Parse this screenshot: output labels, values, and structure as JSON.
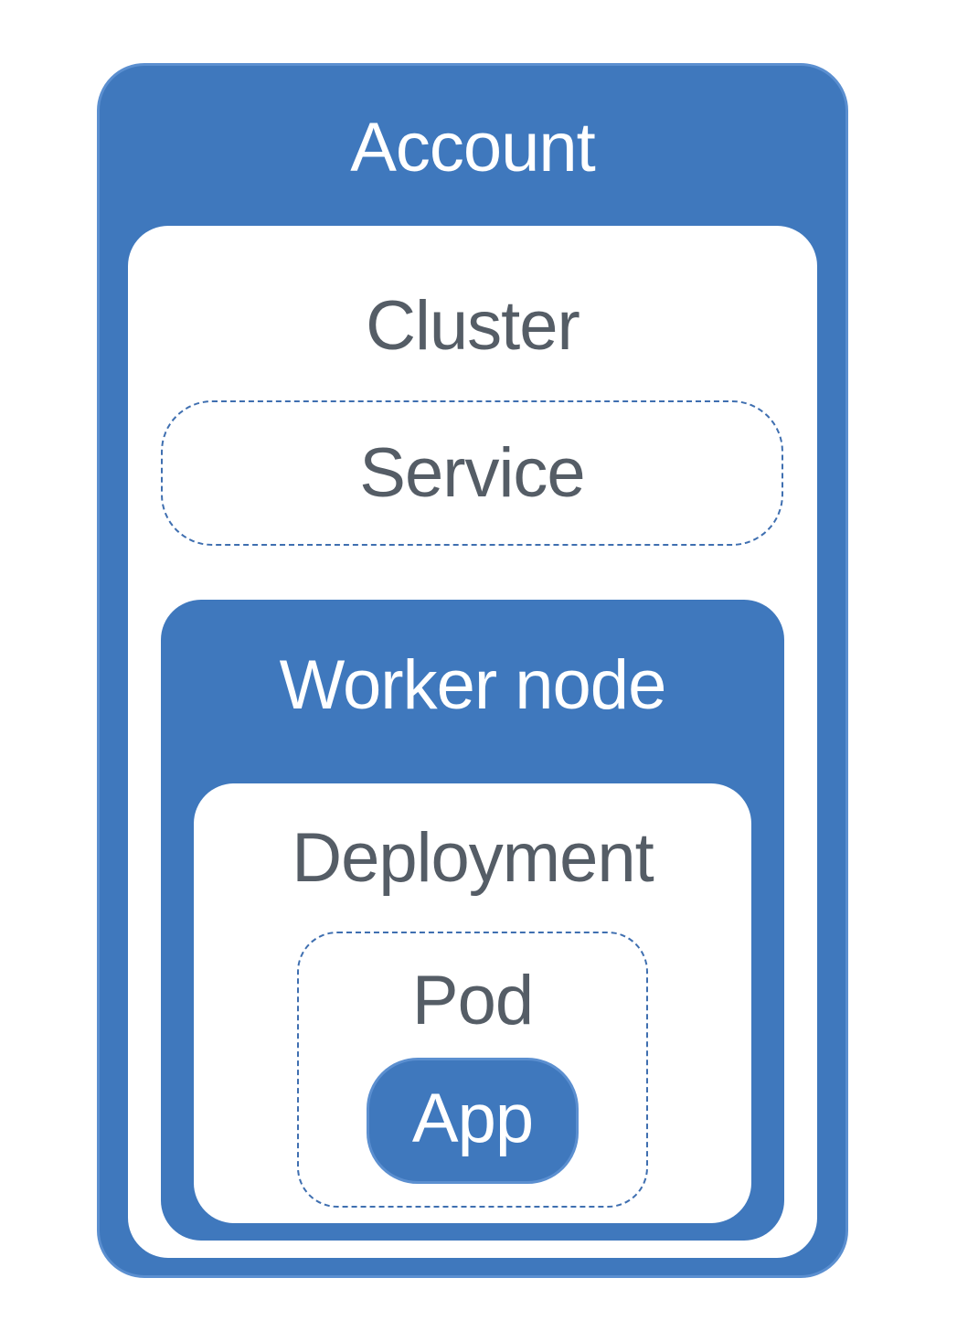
{
  "diagram": {
    "account": {
      "label": "Account"
    },
    "cluster": {
      "label": "Cluster"
    },
    "service": {
      "label": "Service"
    },
    "worker_node": {
      "label": "Worker node"
    },
    "deployment": {
      "label": "Deployment"
    },
    "pod": {
      "label": "Pod"
    },
    "app": {
      "label": "App"
    }
  },
  "colors": {
    "primary_blue": "#3f78bd",
    "border_blue": "#5b8fd0",
    "dashed_blue": "#3f6fb0",
    "text_gray": "#555d66",
    "white": "#ffffff"
  }
}
